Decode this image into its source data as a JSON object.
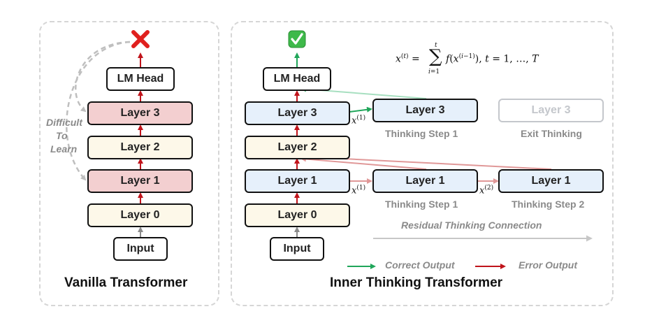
{
  "vanilla": {
    "title": "Vanilla Transformer",
    "lm_head": "LM Head",
    "layer3": "Layer 3",
    "layer2": "Layer 2",
    "layer1": "Layer 1",
    "layer0": "Layer 0",
    "input": "Input",
    "difficult": "Difficult",
    "to": "To",
    "learn": "Learn",
    "result_icon": "cross-icon"
  },
  "itt": {
    "title": "Inner Thinking Transformer",
    "lm_head": "LM Head",
    "layer3": "Layer 3",
    "layer2": "Layer 2",
    "layer1": "Layer 1",
    "layer0": "Layer 0",
    "input": "Input",
    "step3_layer": "Layer 3",
    "step3_caption": "Thinking Step 1",
    "exit_layer": "Layer 3",
    "exit_caption": "Exit Thinking",
    "step1_layer": "Layer 1",
    "step1_caption": "Thinking Step 1",
    "step2_layer": "Layer 1",
    "step2_caption": "Thinking Step 2",
    "x1_label_top": "x",
    "x1_sup_top": "(1)",
    "x1_label": "x",
    "x1_sup": "(1)",
    "x2_label": "x",
    "x2_sup": "(2)",
    "residual_label": "Residual Thinking Connection",
    "formula": "x(t) = Σ_{i=1}^{t} f(x(i−1)), t = 1, …, T",
    "result_icon": "check-icon"
  },
  "legend": {
    "correct": "Correct Output",
    "error": "Error Output"
  },
  "colors": {
    "error": "#c0141b",
    "correct": "#20a65a",
    "gray_arrow": "#8a8a8a",
    "residual": "#e09898"
  }
}
